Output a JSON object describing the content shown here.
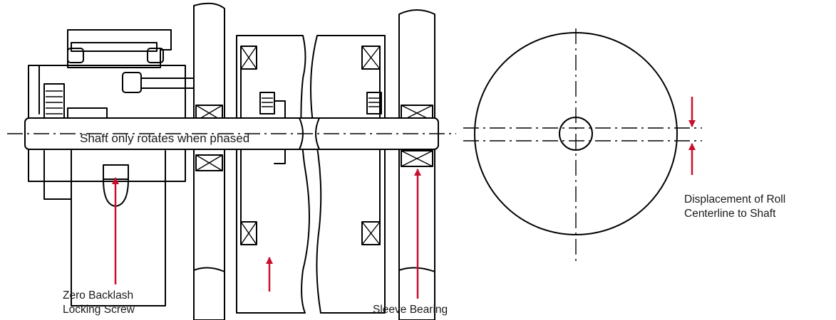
{
  "labels": {
    "shaft_text": "Shaft only rotates when phased",
    "locking_screw_line1": "Zero Backlash",
    "locking_screw_line2": "Locking Screw",
    "sleeve_bearing": "Sleeve Bearing",
    "displacement_line1": "Displacement of Roll",
    "displacement_line2": "Centerline to Shaft"
  },
  "colors": {
    "arrow": "#c8102e",
    "ink": "#000000"
  }
}
